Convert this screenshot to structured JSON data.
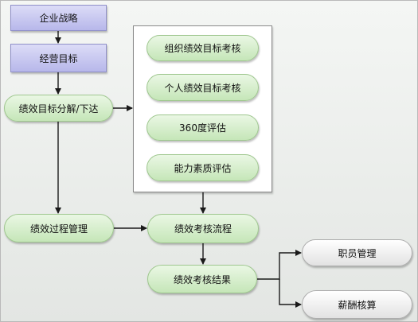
{
  "nodes": {
    "strategy": "企业战略",
    "business_goal": "经营目标",
    "decompose": "绩效目标分解/下达",
    "org_goal": "组织绩效目标考核",
    "personal_goal": "个人绩效目标考核",
    "degree360": "360度评估",
    "competency": "能力素质评估",
    "process_mgmt": "绩效过程管理",
    "appraisal_flow": "绩效考核流程",
    "appraisal_result": "绩效考核结果",
    "career_mgmt": "职员管理",
    "compensation": "薪酬核算"
  },
  "colors": {
    "rect_fill": "#c8c8f0",
    "pill_fill": "#d6efcb",
    "output_fill": "#efefef",
    "connector": "#1a1a1a"
  }
}
